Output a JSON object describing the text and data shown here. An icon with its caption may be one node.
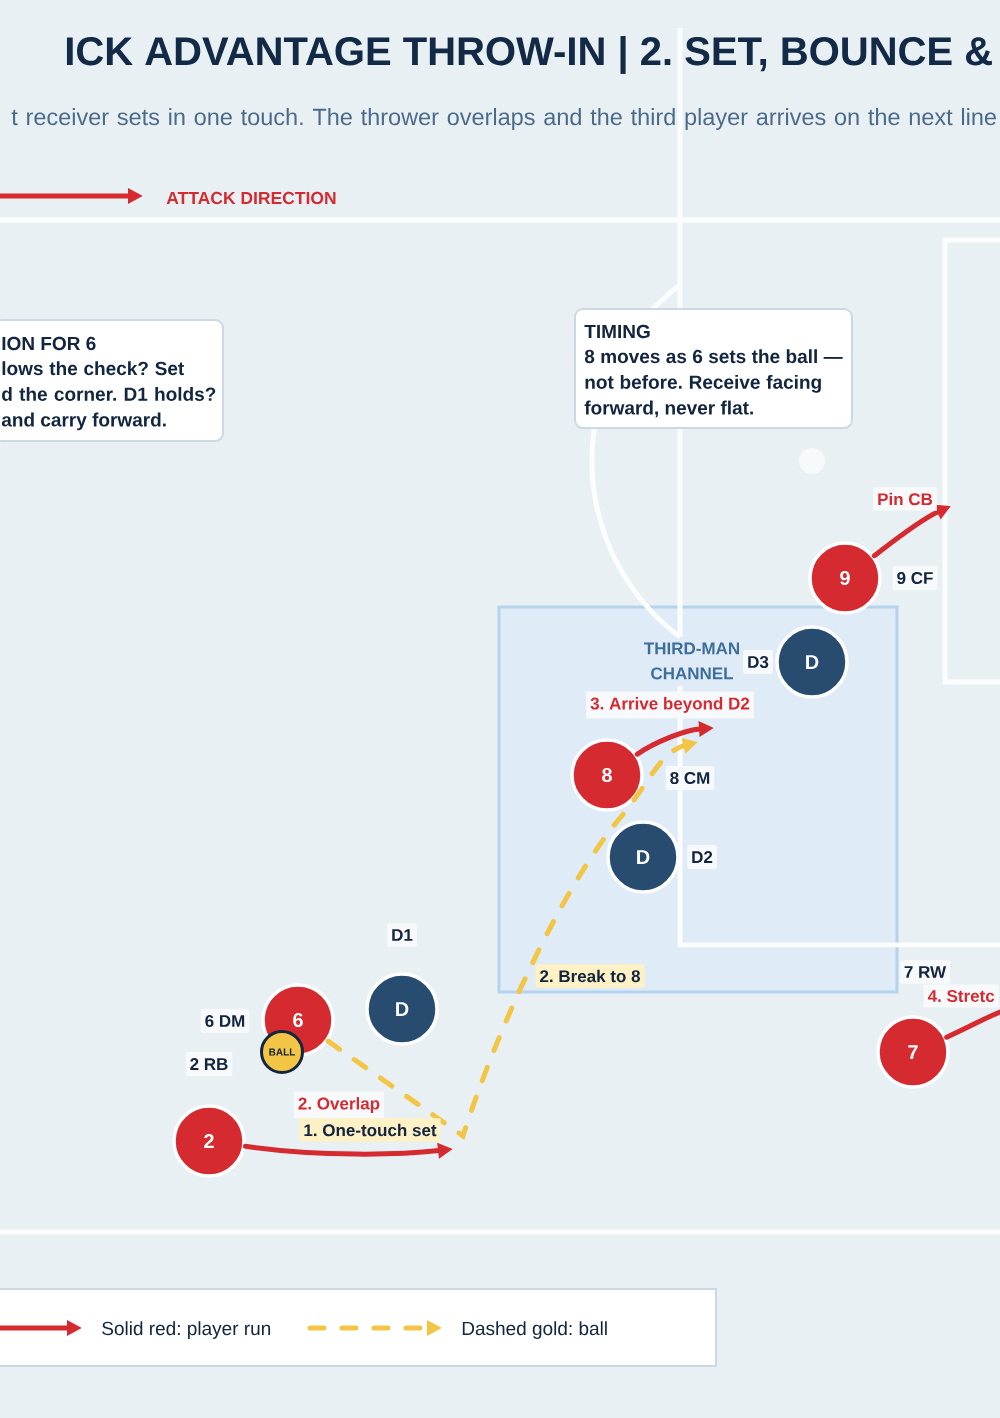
{
  "diagram": {
    "title": "ICK ADVANTAGE THROW-IN | 2. SET, BOUNCE &",
    "nodes": [
      {
        "text": [
          "ION FOR 6",
          "lows the check? Set d the corner. D1 holds? and carry forward."
        ]
      },
      {
        "text": [
          "TIMING",
          "8 moves as 6 sets the ball — not before. Receive facing forward, never flat."
        ]
      },
      {
        "text": [
          "9"
        ],
        "beside": [
          "9 CF"
        ]
      },
      {
        "text": [
          "THIRD-MAN CHANNEL"
        ]
      },
      {
        "text": [
          "D"
        ],
        "beside": [
          "D3"
        ],
        "in": 3
      },
      {
        "text": [
          "8"
        ],
        "beside": [
          "8 CM"
        ],
        "in": 3
      },
      {
        "text": [
          "D"
        ],
        "beside": [
          "D2"
        ],
        "in": 3
      },
      {
        "text": [
          "D"
        ],
        "beside": [
          "D1"
        ]
      },
      {
        "text": [
          "6"
        ],
        "beside": [
          "6 DM"
        ]
      },
      {
        "text": [
          "7"
        ],
        "beside": [
          "7 RW"
        ]
      },
      {
        "text": [
          "BALL"
        ]
      },
      {
        "text": [
          "2"
        ],
        "beside": [
          "2 RB"
        ]
      }
    ],
    "edges": [
      {
        "from": 11,
        "to": null,
        "arrow": "to",
        "label": "2. Overlap"
      },
      {
        "from": 8,
        "to": null,
        "arrow": "to",
        "label": "1. One-touch set",
        "style": "dashed",
        "color": "#f3c544"
      },
      {
        "from": 5,
        "to": null,
        "arrow": "to",
        "label": "3. Arrive beyond D2"
      },
      {
        "from": 2,
        "to": null,
        "arrow": "to",
        "label": "Pin CB"
      },
      {
        "from": 9,
        "to": null,
        "arrow": "none",
        "label": "4. Stretc"
      }
    ],
    "labels": [
      "t receiver sets in one touch. The thrower overlaps and the third player arrives on the next line",
      "ATTACK DIRECTION",
      "2. Break to 8"
    ],
    "legend": [
      {
        "text": "Solid red: player run"
      },
      {
        "text": "Dashed gold: ball"
      }
    ]
  }
}
